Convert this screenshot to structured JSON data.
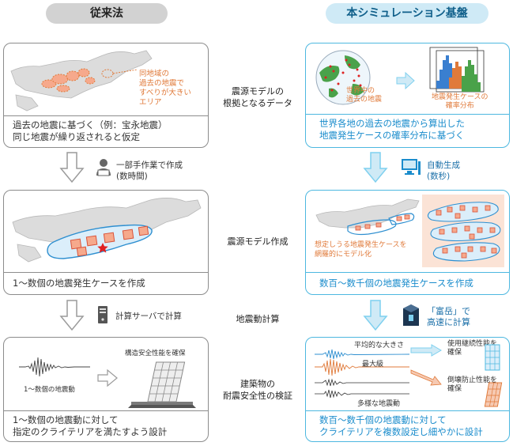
{
  "headers": {
    "left": "従来法",
    "right": "本シミュレーション基盤"
  },
  "middle": {
    "step1": [
      "震源モデルの",
      "根拠となるデータ"
    ],
    "step2": "震源モデル作成",
    "step3": "地震動計算",
    "step4": [
      "建築物の",
      "耐震安全性の検証"
    ]
  },
  "left": {
    "panel1": {
      "annotation": [
        "同地域の",
        "過去の地震で",
        "すべりが大きい",
        "エリア"
      ],
      "caption": [
        "過去の地震に基づく（例：宝永地震）",
        "同じ地震が繰り返されると仮定"
      ]
    },
    "arrow1_note": [
      "一部手作業で作成",
      "(数時間)"
    ],
    "panel2": {
      "caption": "1～数個の地震発生ケースを作成"
    },
    "arrow2_note": "計算サーバで計算",
    "panel3": {
      "waveform_label": "1～数個の地震動",
      "building_label": "構造安全性能を確保",
      "caption": [
        "1～数個の地震動に対して",
        "指定のクライテリアを満たすよう設計"
      ]
    }
  },
  "right": {
    "panel1": {
      "globe_label": [
        "世界中の",
        "過去の地震"
      ],
      "hist_label": [
        "地震発生ケースの",
        "確率分布"
      ],
      "caption": [
        "世界各地の過去の地震から算出した",
        "地震発生ケースの確率分布に基づく"
      ]
    },
    "arrow1_note": [
      "自動生成",
      "(数秒)"
    ],
    "panel2": {
      "annotation": [
        "想定しうる地震発生ケースを",
        "網羅的にモデル化"
      ],
      "caption": "数百～数千個の地震発生ケースを作成"
    },
    "arrow2_note": [
      "「富岳」で",
      "高速に計算"
    ],
    "panel3": {
      "wave_avg": "平均的な大きさ",
      "wave_max": "最大級",
      "wave_many": "多様な地震動",
      "perf1": [
        "使用継続性能を",
        "確保"
      ],
      "perf2": [
        "倒壊防止性能を",
        "確保"
      ],
      "caption": [
        "数百～数千個の地震動に対して",
        "クライテリアを複数設定し細やかに設計"
      ]
    }
  },
  "colors": {
    "left_border": "#8c8c8c",
    "right_border": "#4db8e0",
    "right_text": "#1a8ccc",
    "accent_orange": "#e07a3a",
    "arrow_blue": "#7fd0ef"
  }
}
